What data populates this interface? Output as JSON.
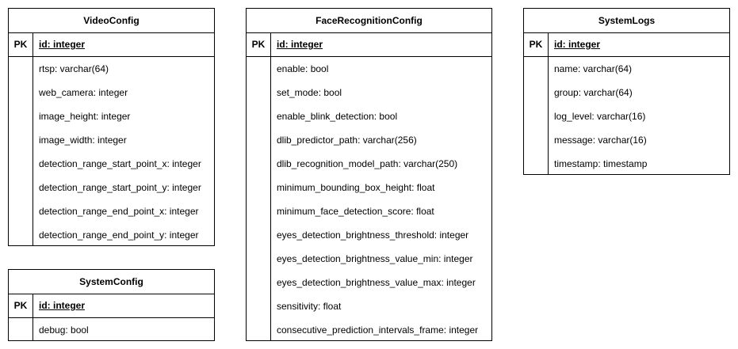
{
  "entities": {
    "video": {
      "title": "VideoConfig",
      "pk_label": "PK",
      "pk_field": "id: integer",
      "fields": [
        "rtsp: varchar(64)",
        "web_camera: integer",
        "image_height: integer",
        "image_width: integer",
        "detection_range_start_point_x: integer",
        "detection_range_start_point_y: integer",
        "detection_range_end_point_x: integer",
        "detection_range_end_point_y: integer"
      ]
    },
    "system_config": {
      "title": "SystemConfig",
      "pk_label": "PK",
      "pk_field": "id: integer",
      "fields": [
        "debug: bool"
      ]
    },
    "face": {
      "title": "FaceRecognitionConfig",
      "pk_label": "PK",
      "pk_field": "id: integer",
      "fields": [
        "enable: bool",
        "set_mode: bool",
        "enable_blink_detection: bool",
        "dlib_predictor_path: varchar(256)",
        "dlib_recognition_model_path: varchar(250)",
        "minimum_bounding_box_height: float",
        "minimum_face_detection_score: float",
        "eyes_detection_brightness_threshold: integer",
        "eyes_detection_brightness_value_min: integer",
        "eyes_detection_brightness_value_max: integer",
        "sensitivity: float",
        "consecutive_prediction_intervals_frame: integer"
      ]
    },
    "logs": {
      "title": "SystemLogs",
      "pk_label": "PK",
      "pk_field": "id: integer",
      "fields": [
        "name: varchar(64)",
        "group: varchar(64)",
        "log_level: varchar(16)",
        "message: varchar(16)",
        "timestamp: timestamp"
      ]
    }
  }
}
